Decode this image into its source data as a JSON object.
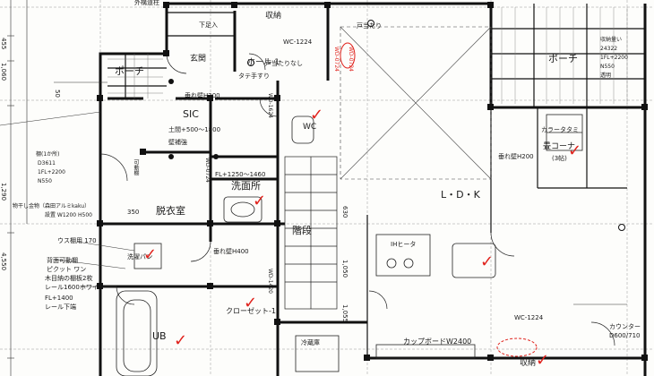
{
  "colors": {
    "ink": "#1a1a1a",
    "mark": "#e0211b",
    "wall": "#111111"
  },
  "labels": {
    "top_label": "外構道柱",
    "shuno_top": "収納",
    "shitazen": "下足入",
    "wc1224_top": "WC-1224",
    "todana": "戸当たり",
    "porch_left": "ポーチ",
    "porch_right": "ポーチ",
    "genkan": "玄関",
    "hall": "ホール-1",
    "todana_nashi": "戸当たりなし",
    "tate_tesuri": "タテ手すり",
    "sic": "SIC",
    "doma": "土間+500～1800",
    "hekiho": "壁補強",
    "tarekabe_200": "垂れ壁H200",
    "wc_mid": "WC",
    "senmenjo": "洗面所",
    "datsuijo": "脱衣室",
    "ldk": "L・D・K",
    "kaidan": "階段",
    "tatami": "畳コーナ",
    "tatami_size": "(3帖)",
    "karaa_tatami": "カラータタミ",
    "tarekabe_h200": "垂れ壁H200",
    "tarekabe_400": "垂れ壁H400",
    "ub": "UB",
    "closet": "クローゼット-1",
    "cupboard": "カップボードW2400",
    "reizo": "冷蔵庫",
    "shuno_bottom": "収納",
    "wc1224_bottom": "WC-1224",
    "counter": "カウンター",
    "counter_size": "D600/710",
    "kitchen_ih": "IHヒータ",
    "ventilation": "ウス棚用 170",
    "senmen_pan": "洗濯パン",
    "wd0724_a": "WD-0724",
    "wd0724_b": "WD-0724",
    "wd1624": "WD-1624",
    "wd0724_c": "WD-0724",
    "wd1420": "WD-1420",
    "fl_1250": "FL+1250～1460",
    "fl_1400": "FL+1400",
    "left_note_1": "背面可動棚",
    "left_note_2": "ピクット ワン",
    "left_note_3": "木目納の棚板2枚",
    "left_note_4": "レール1600ホワイト",
    "left_note_5": "レール下端",
    "left_note_6": "物干し金物（森田アルミkaku）",
    "left_note_7": "設置 W1200 H500",
    "left_note_8": "棚(1か所)",
    "left_note_9": "D3611",
    "left_note_10": "1FL+2200",
    "left_note_11": "N550",
    "left_note_12": "可動棚",
    "right_note_1": "収納量い",
    "right_note_2": "24322",
    "right_note_3": "1FL+2200",
    "right_note_4": "N550",
    "right_note_5": "透明",
    "dim_455": "455",
    "dim_1060": "1,060",
    "dim_50": "50",
    "dim_1290": "1,290",
    "dim_4550": "4,550",
    "dim_350": "350",
    "dim_630": "630",
    "dim_1050": "1,050",
    "dim_1055": "1,055"
  }
}
